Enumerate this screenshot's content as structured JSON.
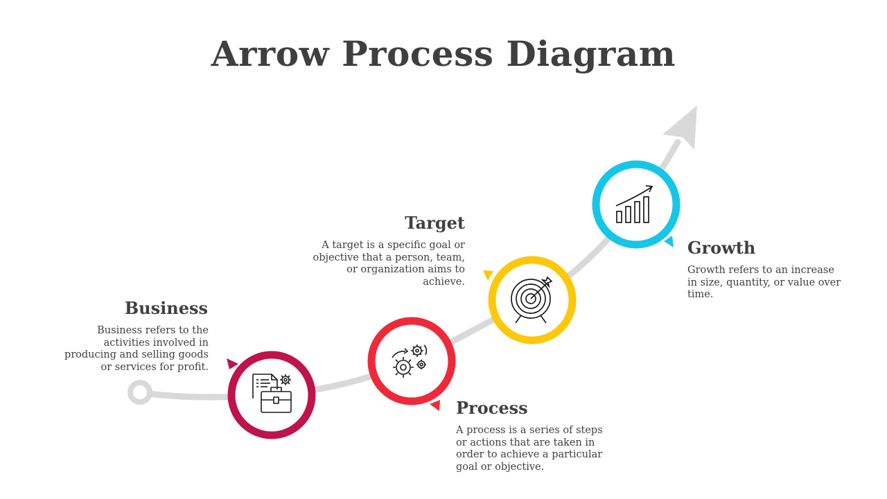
{
  "title": "Arrow Process Diagram",
  "steps": [
    {
      "id": "business",
      "title": "Business",
      "description": "Business refers to the activities involved in producing and selling goods or services for profit.",
      "color": "#c0134a",
      "icon": "briefcase-document-gear-icon"
    },
    {
      "id": "process",
      "title": "Process",
      "description": "A process is a series of steps or actions that are taken in order to achieve a particular goal or objective.",
      "color": "#ee2a3a",
      "icon": "gears-icon"
    },
    {
      "id": "target",
      "title": "Target",
      "description": "A target is a specific goal or objective that a person, team, or organization aims to achieve.",
      "color": "#fcc80c",
      "icon": "target-arrow-icon"
    },
    {
      "id": "growth",
      "title": "Growth",
      "description": "Growth refers to an increase in size, quantity, or value over time.",
      "color": "#15c6e6",
      "icon": "growth-chart-icon"
    }
  ],
  "arrow_color": "#d9d9d9"
}
